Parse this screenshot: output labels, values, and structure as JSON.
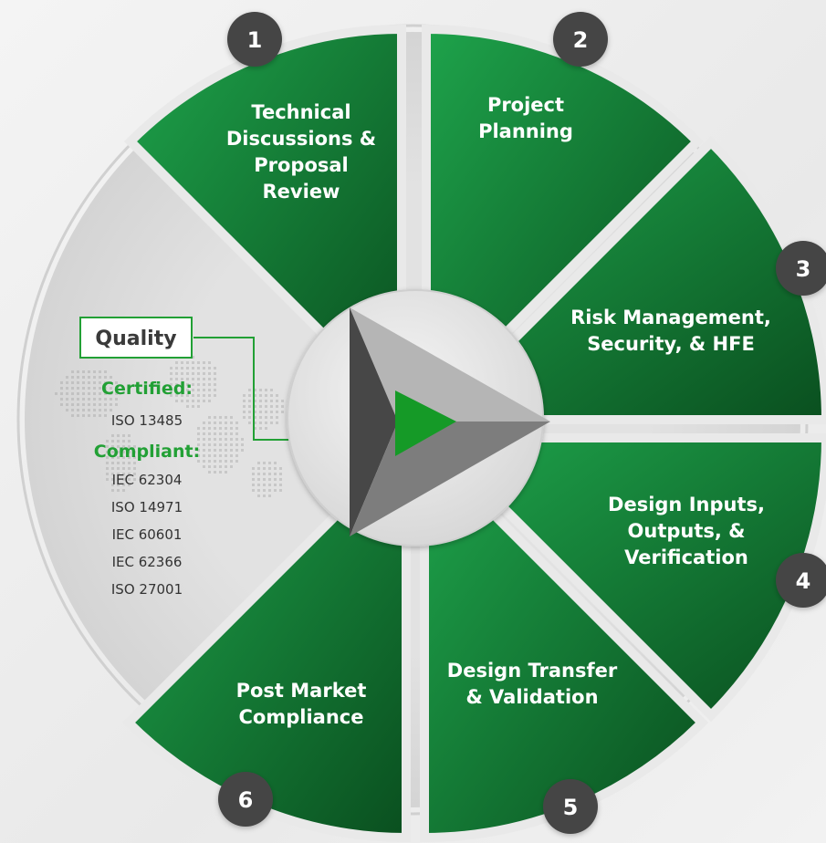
{
  "segments": [
    {
      "number": "1",
      "lines": [
        "Technical",
        "Discussions &",
        "Proposal",
        "Review"
      ]
    },
    {
      "number": "2",
      "lines": [
        "Project",
        "Planning"
      ]
    },
    {
      "number": "3",
      "lines": [
        "Risk Management,",
        "Security, & HFE"
      ]
    },
    {
      "number": "4",
      "lines": [
        "Design Inputs,",
        "Outputs, &",
        "Verification"
      ]
    },
    {
      "number": "5",
      "lines": [
        "Design Transfer",
        "& Validation"
      ]
    },
    {
      "number": "6",
      "lines": [
        "Post Market",
        "Compliance"
      ]
    }
  ],
  "quality": {
    "title": "Quality",
    "certified_heading": "Certified:",
    "certified_items": [
      "ISO 13485"
    ],
    "compliant_heading": "Compliant:",
    "compliant_items": [
      "IEC 62304",
      "ISO 14971",
      "IEC 60601",
      "IEC 62366",
      "ISO 27001"
    ]
  },
  "colors": {
    "green_dark": "#0d5a24",
    "green_light": "#1a9a45",
    "badge": "#454545",
    "accent_green": "#22a035",
    "play_dark": "#4a4a4a",
    "play_light": "#a9a9a9"
  }
}
